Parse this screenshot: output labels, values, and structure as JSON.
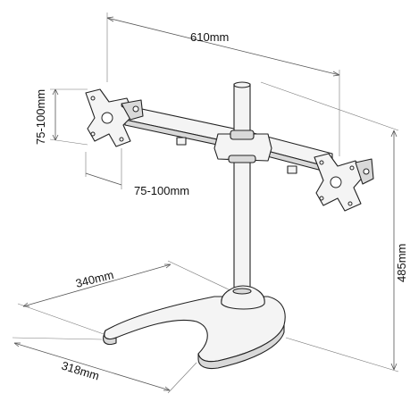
{
  "dimensions": {
    "arm_width": "610mm",
    "plate_height": "75-100mm",
    "plate_width": "75-100mm",
    "stand_height": "485mm",
    "base_depth": "340mm",
    "base_width": "318mm"
  }
}
